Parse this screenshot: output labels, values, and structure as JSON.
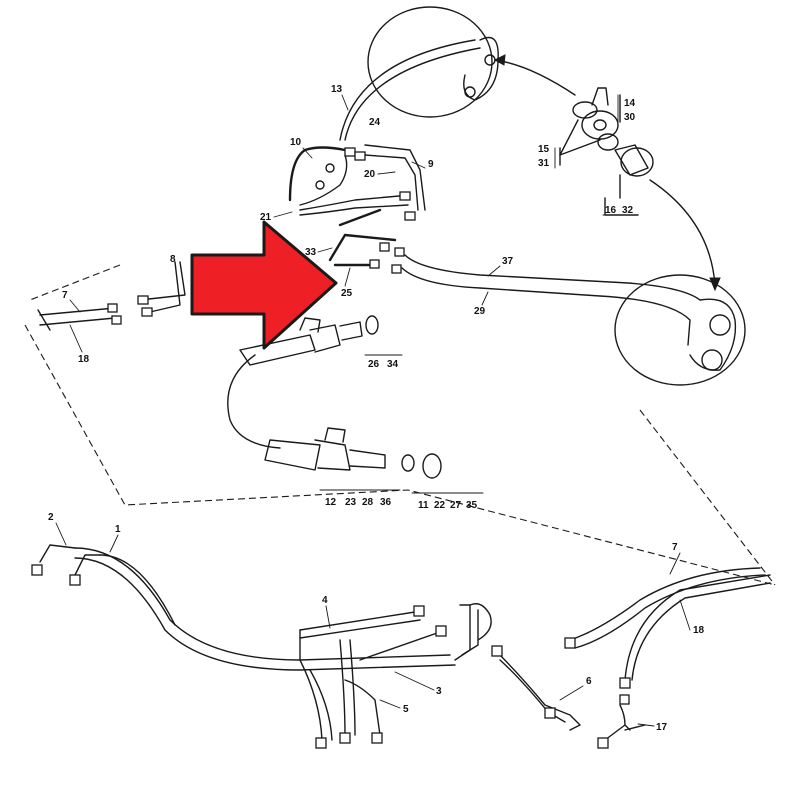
{
  "colors": {
    "arrow": "#ee2026",
    "line": "#1a1a1a",
    "background": "#ffffff"
  },
  "labels": {
    "l13": "13",
    "l24": "24",
    "l14": "14",
    "l30": "30",
    "l15": "15",
    "l31": "31",
    "l16": "16",
    "l32": "32",
    "l10": "10",
    "l9": "9",
    "l20": "20",
    "l21": "21",
    "l33": "33",
    "l8": "8",
    "l25": "25",
    "l37": "37",
    "l29": "29",
    "l7a": "7",
    "l18a": "18",
    "l26": "26",
    "l34": "34",
    "l12": "12",
    "l23": "23",
    "l28": "28",
    "l36": "36",
    "l11": "11",
    "l22": "22",
    "l27": "27",
    "l35": "35",
    "l2": "2",
    "l1": "1",
    "l4": "4",
    "l3": "3",
    "l5": "5",
    "l6": "6",
    "l7b": "7",
    "l18b": "18",
    "l17": "17"
  }
}
